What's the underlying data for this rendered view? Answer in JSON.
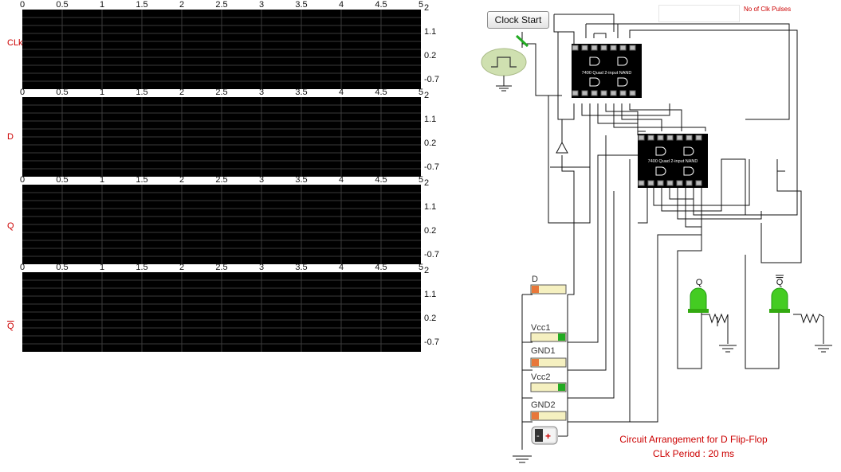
{
  "scopes": [
    {
      "label": "CLk",
      "overline": false
    },
    {
      "label": "D",
      "overline": false
    },
    {
      "label": "Q",
      "overline": false
    },
    {
      "label": "Q",
      "overline": true
    }
  ],
  "scope_x_ticks": [
    "0",
    "0.5",
    "1",
    "1.5",
    "2",
    "2.5",
    "3",
    "3.5",
    "4",
    "4.5",
    "5"
  ],
  "scope_y_ticks": [
    "2",
    "1.1",
    "0.2",
    "-0.7"
  ],
  "controls": {
    "start_label": "Clock Start",
    "pulse_count_value": "",
    "pulse_count_label": "No of Clk Pulses"
  },
  "ic": {
    "top_label": "7400 Quad 2-input NAND",
    "bottom_label": "7400 Quad 2-input NAND"
  },
  "switches": {
    "d": "D",
    "vcc1": "Vcc1",
    "gnd1": "GND1",
    "vcc2": "Vcc2",
    "gnd2": "GND2"
  },
  "leds": {
    "q": "Q",
    "qbar": "Q"
  },
  "caption": {
    "line1": "Circuit Arrangement for D Flip-Flop",
    "line2": "CLk  Period : 20  ms"
  },
  "colors": {
    "scope_bg": "#000000",
    "grid": "#3a3a3a",
    "label_red": "#cc0000",
    "led_green": "#44cc22"
  }
}
